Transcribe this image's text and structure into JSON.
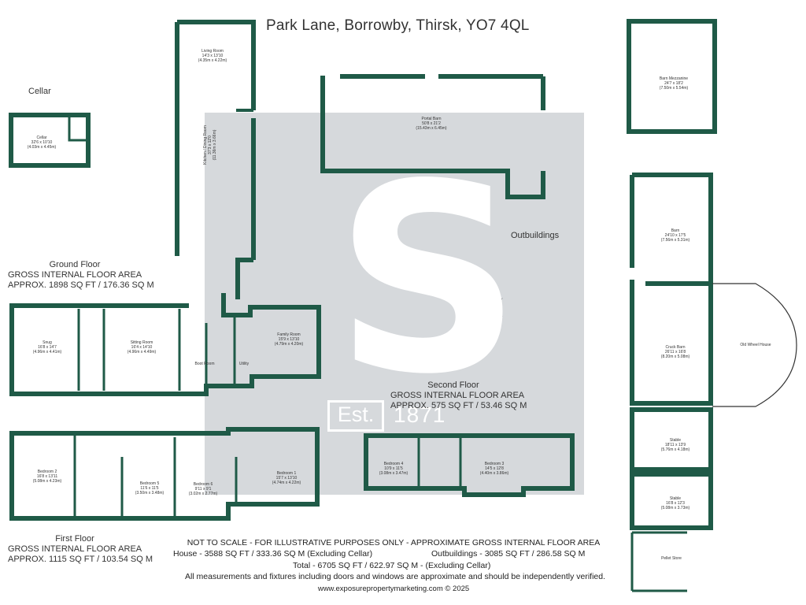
{
  "title": "Park Lane, Borrowby, Thirsk, YO7 4QL",
  "colors": {
    "wall": "#1f5a47",
    "watermark": "#d6d9dc"
  },
  "watermark": {
    "letter": "S",
    "est": "Est.",
    "year": "1871"
  },
  "sections": {
    "cellar": {
      "label": "Cellar"
    },
    "ground": {
      "line1": "Ground Floor",
      "line2": "GROSS INTERNAL FLOOR AREA",
      "line3": "APPROX. 1898 SQ FT / 176.36 SQ M"
    },
    "first": {
      "line1": "First Floor",
      "line2": "GROSS INTERNAL FLOOR AREA",
      "line3": "APPROX. 1115 SQ FT / 103.54 SQ M"
    },
    "second": {
      "line1": "Second Floor",
      "line2": "GROSS INTERNAL FLOOR AREA",
      "line3": "APPROX. 575 SQ FT / 53.46 SQ M"
    },
    "outbuildings": {
      "label": "Outbuildings"
    }
  },
  "rooms": {
    "cellar": {
      "name": "Cellar",
      "dims": "32'6 x 10'10",
      "metric": "(4.03m x 4.45m)"
    },
    "living": {
      "name": "Living Room",
      "dims": "14'3 x 13'10",
      "metric": "(4.35m x 4.22m)"
    },
    "kitchen": {
      "name": "Kitchen / Dining Room",
      "dims": "37'3 x 12'0",
      "metric": "(11.36m x 3.66m)"
    },
    "snug": {
      "name": "Snug",
      "dims": "16'8 x 14'7",
      "metric": "(4.96m x 4.41m)"
    },
    "sitting": {
      "name": "Sitting Room",
      "dims": "16'4 x 14'10",
      "metric": "(4.96m x 4.49m)"
    },
    "boot": {
      "name": "Boot Room"
    },
    "utility": {
      "name": "Utility"
    },
    "family": {
      "name": "Family Room",
      "dims": "15'9 x 13'10",
      "metric": "(4.79m x 4.20m)"
    },
    "bed2": {
      "name": "Bedroom 2",
      "dims": "16'8 x 13'11",
      "metric": "(5.08m x 4.23m)"
    },
    "bed5": {
      "name": "Bedroom 5",
      "dims": "11'6 x 11'5",
      "metric": "(3.50m x 3.48m)"
    },
    "bed6": {
      "name": "Bedroom 6",
      "dims": "9'11 x 9'1",
      "metric": "(3.02m x 2.77m)"
    },
    "bed1": {
      "name": "Bedroom 1",
      "dims": "15'7 x 13'10",
      "metric": "(4.74m x 4.22m)"
    },
    "bed4": {
      "name": "Bedroom 4",
      "dims": "10'9 x 11'5",
      "metric": "(3.08m x 3.47m)"
    },
    "bed3": {
      "name": "Bedroom 3",
      "dims": "14'5 x 12'8",
      "metric": "(4.40m x 3.86m)"
    },
    "portal": {
      "name": "Portal Barn",
      "dims": "50'8 x 21'2",
      "metric": "(15.43m x 6.45m)"
    },
    "mezz": {
      "name": "Barn Mezzanine",
      "dims": "24'7 x 18'2",
      "metric": "(7.50m x 5.54m)"
    },
    "barn": {
      "name": "Barn",
      "dims": "24'10 x 17'5",
      "metric": "(7.56m x 5.31m)"
    },
    "cruck": {
      "name": "Cruck Barn",
      "dims": "26'11 x 16'8",
      "metric": "(8.20m x 5.08m)"
    },
    "wheel": {
      "name": "Old Wheel House"
    },
    "stable1": {
      "name": "Stable",
      "dims": "18'11 x 13'9",
      "metric": "(5.76m x 4.18m)"
    },
    "stable2": {
      "name": "Stable",
      "dims": "16'8 x 12'3",
      "metric": "(5.08m x 3.73m)"
    },
    "pellet": {
      "name": "Pellet Store"
    }
  },
  "footer": {
    "line1": "NOT TO SCALE - FOR ILLUSTRATIVE PURPOSES ONLY - APPROXIMATE GROSS INTERNAL FLOOR AREA",
    "house": "House - 3588 SQ FT / 333.36 SQ M (Excluding Cellar)",
    "outbuildings": "Outbuildings - 3085 SQ FT / 286.58 SQ M",
    "total": "Total - 6705 SQ FT / 622.97 SQ M - (Excluding Cellar)",
    "disclaimer": "All measurements and fixtures including doors and windows are approximate and should be independently verified.",
    "credit": "www.exposurepropertymarketing.com © 2025"
  }
}
